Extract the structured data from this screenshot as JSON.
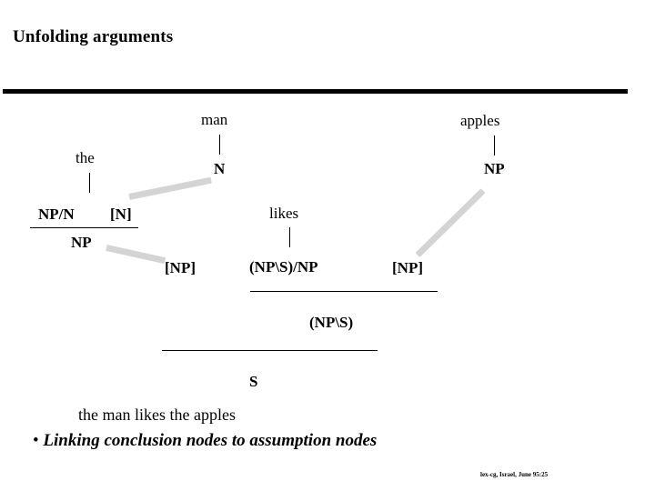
{
  "slide": {
    "title": "Unfolding arguments",
    "sentence": "the man likes the apples",
    "bullet_mark": "• ",
    "bullet_text": "Linking conclusion nodes to assumption nodes",
    "footer": "lex-cg, Israel, June 95:25",
    "colors": {
      "background": "#ffffff",
      "text": "#000000",
      "rule": "#000000",
      "link_arc": "#d4d4d4"
    }
  },
  "tree": {
    "words": [
      {
        "id": "word-the",
        "label": "the"
      },
      {
        "id": "word-man",
        "label": "man"
      },
      {
        "id": "word-likes",
        "label": "likes"
      },
      {
        "id": "word-apples",
        "label": "apples"
      }
    ],
    "categories": [
      {
        "id": "cat-np-slash-n",
        "label": "NP/N"
      },
      {
        "id": "cat-n",
        "label": "N"
      },
      {
        "id": "cat-likes",
        "label": "(NP\\S)/NP"
      },
      {
        "id": "cat-np-right",
        "label": "NP"
      }
    ],
    "assumptions": [
      {
        "id": "assume-n",
        "label": "[N]"
      },
      {
        "id": "assume-np-left",
        "label": "[NP]"
      },
      {
        "id": "assume-np-right",
        "label": "[NP]"
      }
    ],
    "conclusions": [
      {
        "id": "concl-np",
        "label": "NP"
      },
      {
        "id": "concl-nps",
        "label": "(NP\\S)"
      },
      {
        "id": "concl-s",
        "label": "S"
      }
    ]
  }
}
